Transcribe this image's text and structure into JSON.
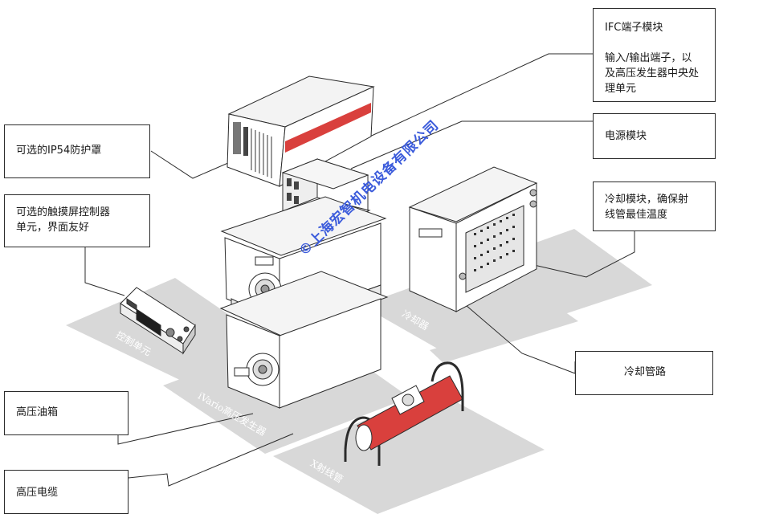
{
  "callouts": {
    "ifc_title": "IFC端子模块",
    "ifc_desc": "输入/输出端子，以\n及高压发生器中央处\n理单元",
    "ip54": "可选的IP54防护罩",
    "touch": "可选的触摸屏控制器\n单元，界面友好",
    "power": "电源模块",
    "cooling": "冷却模块，确保射\n线管最佳温度",
    "cooling_pipe": "冷却管路",
    "hv_tank": "高压油箱",
    "hv_cable": "高压电缆"
  },
  "floor_labels": {
    "control": "控制单元",
    "generator": "iVario高压发生器",
    "cooler": "冷却器",
    "xray_tube": "X射线管"
  },
  "watermark": "©上海宏智机电设备有限公司",
  "colors": {
    "stripe_red": "#d9403d",
    "floor_grey": "#d6d6d6",
    "line": "#2b2b2b",
    "watermark_blue": "#3b5bdb"
  }
}
